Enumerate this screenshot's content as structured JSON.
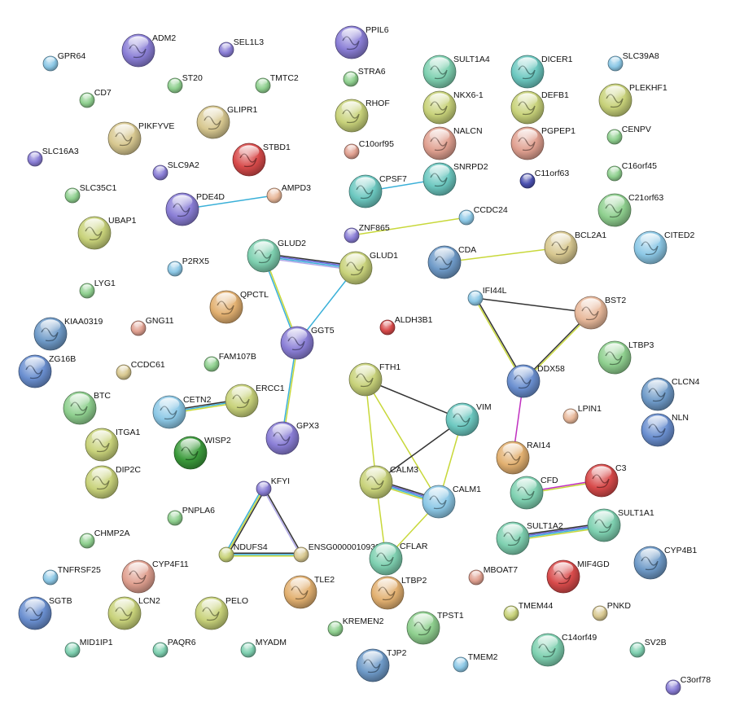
{
  "palette": {
    "blue": "#6a8fd0",
    "purple": "#8a7ed6",
    "green": "#8fd08f",
    "olive": "#c8d27a",
    "salmon": "#e0a090",
    "teal": "#6cc8c0",
    "sky": "#8cc8e6",
    "khaki": "#d8c890",
    "red": "#d84a4a",
    "darkgreen": "#3a9a3a",
    "navy": "#4a50b0",
    "mint": "#7ed0b0",
    "steel": "#6e9ac8",
    "tan": "#e2b070",
    "peach": "#e8b89a"
  },
  "edge_colors": {
    "black": "#333333",
    "yellow": "#c8d83a",
    "blue": "#3ab0d8",
    "purple": "#6060d8",
    "magenta": "#c030c0",
    "lavender": "#b0a8e8"
  },
  "nodes": [
    {
      "id": "ADM2",
      "label": "ADM2",
      "color": "purple",
      "size": "big"
    },
    {
      "id": "SEL1L3",
      "label": "SEL1L3",
      "color": "purple",
      "size": "small"
    },
    {
      "id": "PPIL6",
      "label": "PPIL6",
      "color": "purple",
      "size": "big"
    },
    {
      "id": "GPR64",
      "label": "GPR64",
      "color": "sky",
      "size": "small"
    },
    {
      "id": "ST20",
      "label": "ST20",
      "color": "green",
      "size": "small"
    },
    {
      "id": "TMTC2",
      "label": "TMTC2",
      "color": "green",
      "size": "small"
    },
    {
      "id": "STRA6",
      "label": "STRA6",
      "color": "green",
      "size": "small"
    },
    {
      "id": "SULT1A4",
      "label": "SULT1A4",
      "color": "mint",
      "size": "big"
    },
    {
      "id": "DICER1",
      "label": "DICER1",
      "color": "teal",
      "size": "big"
    },
    {
      "id": "SLC39A8",
      "label": "SLC39A8",
      "color": "sky",
      "size": "small"
    },
    {
      "id": "CD7",
      "label": "CD7",
      "color": "green",
      "size": "small"
    },
    {
      "id": "GLIPR1",
      "label": "GLIPR1",
      "color": "khaki",
      "size": "big"
    },
    {
      "id": "RHOF",
      "label": "RHOF",
      "color": "olive",
      "size": "big"
    },
    {
      "id": "NKX6-1",
      "label": "NKX6-1",
      "color": "olive",
      "size": "big"
    },
    {
      "id": "DEFB1",
      "label": "DEFB1",
      "color": "olive",
      "size": "big"
    },
    {
      "id": "PLEKHF1",
      "label": "PLEKHF1",
      "color": "olive",
      "size": "big"
    },
    {
      "id": "PIKFYVE",
      "label": "PIKFYVE",
      "color": "khaki",
      "size": "big"
    },
    {
      "id": "NALCN",
      "label": "NALCN",
      "color": "salmon",
      "size": "big"
    },
    {
      "id": "PGPEP1",
      "label": "PGPEP1",
      "color": "salmon",
      "size": "big"
    },
    {
      "id": "CENPV",
      "label": "CENPV",
      "color": "green",
      "size": "small"
    },
    {
      "id": "STBD1",
      "label": "STBD1",
      "color": "red",
      "size": "big"
    },
    {
      "id": "C10orf95",
      "label": "C10orf95",
      "color": "salmon",
      "size": "small"
    },
    {
      "id": "SLC16A3",
      "label": "SLC16A3",
      "color": "purple",
      "size": "small"
    },
    {
      "id": "SLC9A2",
      "label": "SLC9A2",
      "color": "purple",
      "size": "small"
    },
    {
      "id": "C11orf63",
      "label": "C11orf63",
      "color": "navy",
      "size": "small"
    },
    {
      "id": "C16orf45",
      "label": "C16orf45",
      "color": "green",
      "size": "small"
    },
    {
      "id": "CPSF7",
      "label": "CPSF7",
      "color": "teal",
      "size": "big"
    },
    {
      "id": "SNRPD2",
      "label": "SNRPD2",
      "color": "teal",
      "size": "big"
    },
    {
      "id": "SLC35C1",
      "label": "SLC35C1",
      "color": "green",
      "size": "small"
    },
    {
      "id": "PDE4D",
      "label": "PDE4D",
      "color": "purple",
      "size": "big"
    },
    {
      "id": "AMPD3",
      "label": "AMPD3",
      "color": "peach",
      "size": "small"
    },
    {
      "id": "C21orf63",
      "label": "C21orf63",
      "color": "green",
      "size": "big"
    },
    {
      "id": "CCDC24",
      "label": "CCDC24",
      "color": "sky",
      "size": "small"
    },
    {
      "id": "UBAP1",
      "label": "UBAP1",
      "color": "olive",
      "size": "big"
    },
    {
      "id": "ZNF865",
      "label": "ZNF865",
      "color": "purple",
      "size": "small"
    },
    {
      "id": "BCL2A1",
      "label": "BCL2A1",
      "color": "khaki",
      "size": "big"
    },
    {
      "id": "CITED2",
      "label": "CITED2",
      "color": "sky",
      "size": "big"
    },
    {
      "id": "GLUD2",
      "label": "GLUD2",
      "color": "mint",
      "size": "big"
    },
    {
      "id": "GLUD1",
      "label": "GLUD1",
      "color": "olive",
      "size": "big"
    },
    {
      "id": "CDA",
      "label": "CDA",
      "color": "steel",
      "size": "big"
    },
    {
      "id": "P2RX5",
      "label": "P2RX5",
      "color": "sky",
      "size": "small"
    },
    {
      "id": "LYG1",
      "label": "LYG1",
      "color": "green",
      "size": "small"
    },
    {
      "id": "IFI44L",
      "label": "IFI44L",
      "color": "sky",
      "size": "small"
    },
    {
      "id": "QPCTL",
      "label": "QPCTL",
      "color": "tan",
      "size": "big"
    },
    {
      "id": "BST2",
      "label": "BST2",
      "color": "peach",
      "size": "big"
    },
    {
      "id": "KIAA0319",
      "label": "KIAA0319",
      "color": "steel",
      "size": "big"
    },
    {
      "id": "GNG11",
      "label": "GNG11",
      "color": "salmon",
      "size": "small"
    },
    {
      "id": "ALDH3B1",
      "label": "ALDH3B1",
      "color": "red",
      "size": "small"
    },
    {
      "id": "GGT5",
      "label": "GGT5",
      "color": "purple",
      "size": "big"
    },
    {
      "id": "LTBP3",
      "label": "LTBP3",
      "color": "green",
      "size": "big"
    },
    {
      "id": "ZG16B",
      "label": "ZG16B",
      "color": "blue",
      "size": "big"
    },
    {
      "id": "FAM107B",
      "label": "FAM107B",
      "color": "green",
      "size": "small"
    },
    {
      "id": "CCDC61",
      "label": "CCDC61",
      "color": "khaki",
      "size": "small"
    },
    {
      "id": "FTH1",
      "label": "FTH1",
      "color": "olive",
      "size": "big"
    },
    {
      "id": "DDX58",
      "label": "DDX58",
      "color": "blue",
      "size": "big"
    },
    {
      "id": "CLCN4",
      "label": "CLCN4",
      "color": "steel",
      "size": "big"
    },
    {
      "id": "BTC",
      "label": "BTC",
      "color": "green",
      "size": "big"
    },
    {
      "id": "CETN2",
      "label": "CETN2",
      "color": "sky",
      "size": "big"
    },
    {
      "id": "ERCC1",
      "label": "ERCC1",
      "color": "olive",
      "size": "big"
    },
    {
      "id": "VIM",
      "label": "VIM",
      "color": "teal",
      "size": "big"
    },
    {
      "id": "LPIN1",
      "label": "LPIN1",
      "color": "peach",
      "size": "small"
    },
    {
      "id": "NLN",
      "label": "NLN",
      "color": "blue",
      "size": "big"
    },
    {
      "id": "GPX3",
      "label": "GPX3",
      "color": "purple",
      "size": "big"
    },
    {
      "id": "ITGA1",
      "label": "ITGA1",
      "color": "olive",
      "size": "big"
    },
    {
      "id": "WISP2",
      "label": "WISP2",
      "color": "darkgreen",
      "size": "big"
    },
    {
      "id": "RAI14",
      "label": "RAI14",
      "color": "tan",
      "size": "big"
    },
    {
      "id": "DIP2C",
      "label": "DIP2C",
      "color": "olive",
      "size": "big"
    },
    {
      "id": "CALM3",
      "label": "CALM3",
      "color": "olive",
      "size": "big"
    },
    {
      "id": "CFD",
      "label": "CFD",
      "color": "mint",
      "size": "big"
    },
    {
      "id": "C3",
      "label": "C3",
      "color": "red",
      "size": "big"
    },
    {
      "id": "KFYI",
      "label": "KFYI",
      "color": "purple",
      "size": "small"
    },
    {
      "id": "CALM1",
      "label": "CALM1",
      "color": "sky",
      "size": "big"
    },
    {
      "id": "SULT1A1",
      "label": "SULT1A1",
      "color": "mint",
      "size": "big"
    },
    {
      "id": "PNPLA6",
      "label": "PNPLA6",
      "color": "green",
      "size": "small"
    },
    {
      "id": "SULT1A2",
      "label": "SULT1A2",
      "color": "mint",
      "size": "big"
    },
    {
      "id": "CHMP2A",
      "label": "CHMP2A",
      "color": "green",
      "size": "small"
    },
    {
      "id": "NDUFS4",
      "label": "NDUFS4",
      "color": "olive",
      "size": "small"
    },
    {
      "id": "ENSG00000109390",
      "label": "ENSG00000109390",
      "color": "khaki",
      "size": "small"
    },
    {
      "id": "CFLAR",
      "label": "CFLAR",
      "color": "mint",
      "size": "big"
    },
    {
      "id": "CYP4B1",
      "label": "CYP4B1",
      "color": "steel",
      "size": "big"
    },
    {
      "id": "TNFRSF25",
      "label": "TNFRSF25",
      "color": "sky",
      "size": "small"
    },
    {
      "id": "CYP4F11",
      "label": "CYP4F11",
      "color": "salmon",
      "size": "big"
    },
    {
      "id": "MBOAT7",
      "label": "MBOAT7",
      "color": "salmon",
      "size": "small"
    },
    {
      "id": "MIF4GD",
      "label": "MIF4GD",
      "color": "red",
      "size": "big"
    },
    {
      "id": "LTBP2",
      "label": "LTBP2",
      "color": "tan",
      "size": "big"
    },
    {
      "id": "TLE2",
      "label": "TLE2",
      "color": "tan",
      "size": "big"
    },
    {
      "id": "SGTB",
      "label": "SGTB",
      "color": "blue",
      "size": "big"
    },
    {
      "id": "LCN2",
      "label": "LCN2",
      "color": "olive",
      "size": "big"
    },
    {
      "id": "PELO",
      "label": "PELO",
      "color": "olive",
      "size": "big"
    },
    {
      "id": "TMEM44",
      "label": "TMEM44",
      "color": "olive",
      "size": "small"
    },
    {
      "id": "PNKD",
      "label": "PNKD",
      "color": "khaki",
      "size": "small"
    },
    {
      "id": "KREMEN2",
      "label": "KREMEN2",
      "color": "green",
      "size": "small"
    },
    {
      "id": "TPST1",
      "label": "TPST1",
      "color": "green",
      "size": "big"
    },
    {
      "id": "C14orf49",
      "label": "C14orf49",
      "color": "mint",
      "size": "big"
    },
    {
      "id": "MID1IP1",
      "label": "MID1IP1",
      "color": "mint",
      "size": "small"
    },
    {
      "id": "PAQR6",
      "label": "PAQR6",
      "color": "mint",
      "size": "small"
    },
    {
      "id": "MYADM",
      "label": "MYADM",
      "color": "mint",
      "size": "small"
    },
    {
      "id": "TJP2",
      "label": "TJP2",
      "color": "steel",
      "size": "big"
    },
    {
      "id": "TMEM2",
      "label": "TMEM2",
      "color": "sky",
      "size": "small"
    },
    {
      "id": "SV2B",
      "label": "SV2B",
      "color": "mint",
      "size": "small"
    },
    {
      "id": "C3orf78",
      "label": "C3orf78",
      "color": "purple",
      "size": "small"
    }
  ],
  "edges": [
    {
      "source": "PDE4D",
      "target": "AMPD3",
      "colors": [
        "blue"
      ]
    },
    {
      "source": "CPSF7",
      "target": "SNRPD2",
      "colors": [
        "blue"
      ]
    },
    {
      "source": "ZNF865",
      "target": "CCDC24",
      "colors": [
        "yellow"
      ]
    },
    {
      "source": "CDA",
      "target": "BCL2A1",
      "colors": [
        "yellow"
      ]
    },
    {
      "source": "GLUD2",
      "target": "GLUD1",
      "colors": [
        "black",
        "purple",
        "blue",
        "lavender"
      ]
    },
    {
      "source": "GLUD2",
      "target": "GGT5",
      "colors": [
        "yellow",
        "blue"
      ]
    },
    {
      "source": "GLUD1",
      "target": "GGT5",
      "colors": [
        "blue"
      ]
    },
    {
      "source": "GGT5",
      "target": "GPX3",
      "colors": [
        "yellow",
        "blue"
      ]
    },
    {
      "source": "IFI44L",
      "target": "BST2",
      "colors": [
        "black"
      ]
    },
    {
      "source": "IFI44L",
      "target": "DDX58",
      "colors": [
        "black",
        "yellow"
      ]
    },
    {
      "source": "BST2",
      "target": "DDX58",
      "colors": [
        "yellow",
        "black"
      ]
    },
    {
      "source": "DDX58",
      "target": "RAI14",
      "colors": [
        "magenta"
      ]
    },
    {
      "source": "CETN2",
      "target": "ERCC1",
      "colors": [
        "black",
        "blue",
        "yellow"
      ]
    },
    {
      "source": "FTH1",
      "target": "VIM",
      "colors": [
        "black"
      ]
    },
    {
      "source": "FTH1",
      "target": "CALM3",
      "colors": [
        "yellow"
      ]
    },
    {
      "source": "FTH1",
      "target": "CALM1",
      "colors": [
        "yellow"
      ]
    },
    {
      "source": "VIM",
      "target": "CALM3",
      "colors": [
        "black"
      ]
    },
    {
      "source": "VIM",
      "target": "CALM1",
      "colors": [
        "yellow"
      ]
    },
    {
      "source": "CALM3",
      "target": "CALM1",
      "colors": [
        "black",
        "purple",
        "blue",
        "yellow"
      ]
    },
    {
      "source": "CALM3",
      "target": "CFLAR",
      "colors": [
        "yellow"
      ]
    },
    {
      "source": "CALM1",
      "target": "CFLAR",
      "colors": [
        "yellow"
      ]
    },
    {
      "source": "CFD",
      "target": "C3",
      "colors": [
        "magenta",
        "yellow"
      ]
    },
    {
      "source": "SULT1A2",
      "target": "SULT1A1",
      "colors": [
        "black",
        "purple",
        "blue",
        "yellow"
      ]
    },
    {
      "source": "KFYI",
      "target": "NDUFS4",
      "colors": [
        "black",
        "yellow",
        "blue"
      ]
    },
    {
      "source": "KFYI",
      "target": "ENSG00000109390",
      "colors": [
        "black",
        "lavender"
      ]
    },
    {
      "source": "NDUFS4",
      "target": "ENSG00000109390",
      "colors": [
        "black",
        "blue",
        "yellow"
      ]
    }
  ]
}
